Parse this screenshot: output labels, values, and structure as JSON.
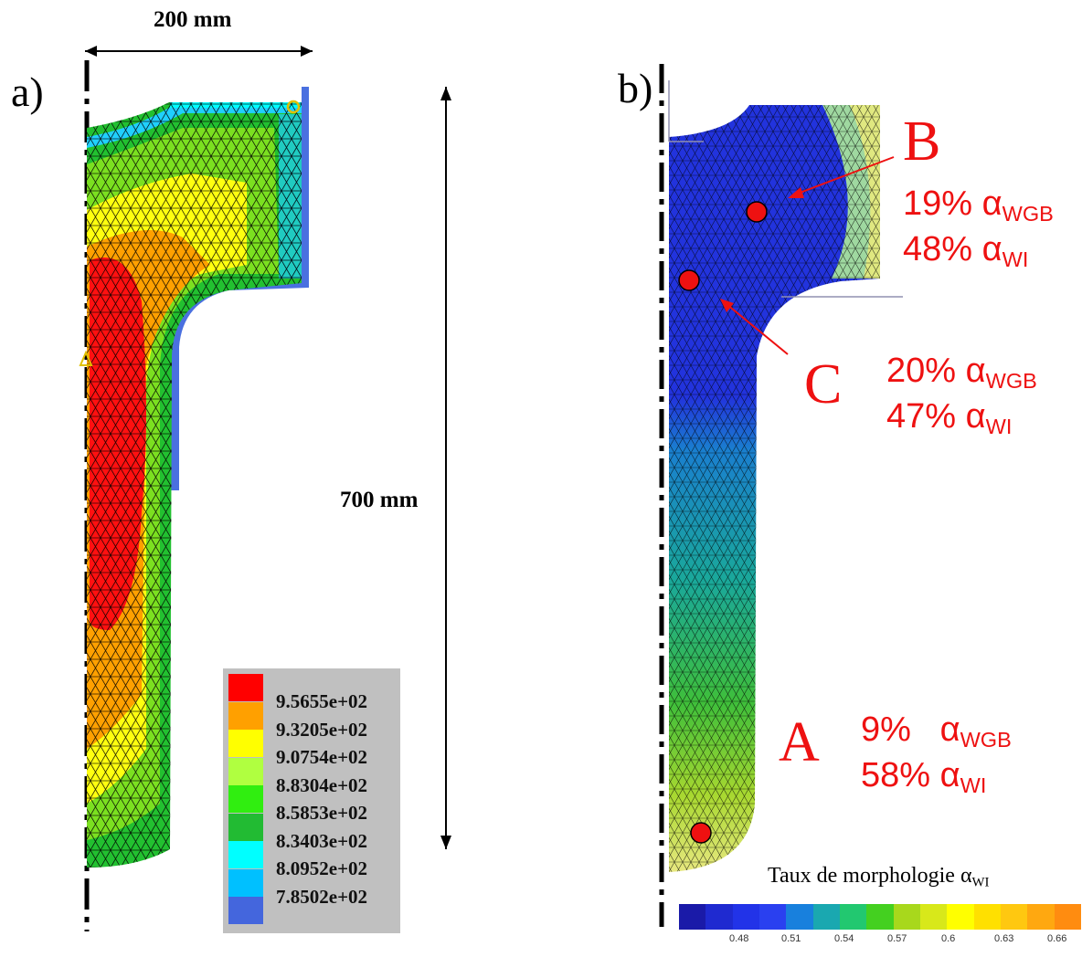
{
  "panel_a": {
    "label": "a)",
    "width_dim": "200 mm",
    "height_dim": "700 mm",
    "legend": [
      {
        "color": "#ff0000",
        "label": "9.5655e+02"
      },
      {
        "color": "#ffa000",
        "label": "9.3205e+02"
      },
      {
        "color": "#ffff00",
        "label": "9.0754e+02"
      },
      {
        "color": "#b0ff40",
        "label": "8.8304e+02"
      },
      {
        "color": "#30ee10",
        "label": "8.5853e+02"
      },
      {
        "color": "#22bb33",
        "label": "8.3403e+02"
      },
      {
        "color": "#00ffff",
        "label": "8.0952e+02"
      },
      {
        "color": "#00c0ff",
        "label": "7.8502e+02"
      },
      {
        "color": "#4466dd",
        "label": ""
      }
    ]
  },
  "panel_b": {
    "label": "b)",
    "points": [
      {
        "letter": "B",
        "line1_pct": "19%",
        "line1_sym": "α",
        "line1_sub": "WGB",
        "line2_pct": "48%",
        "line2_sym": "α",
        "line2_sub": "WI"
      },
      {
        "letter": "C",
        "line1_pct": "20%",
        "line1_sym": "α",
        "line1_sub": "WGB",
        "line2_pct": "47%",
        "line2_sym": "α",
        "line2_sub": "WI"
      },
      {
        "letter": "A",
        "line1_pct": "9%",
        "line1_sym": "α",
        "line1_sub": "WGB",
        "line2_pct": "58%",
        "line2_sym": "α",
        "line2_sub": "WI"
      }
    ],
    "colorbar_title": "Taux de morphologie α",
    "colorbar_title_sub": "WI",
    "colorbar_colors": [
      "#1a1aa8",
      "#1f2ad0",
      "#2233e8",
      "#2a40f0",
      "#1880dd",
      "#1aa8b0",
      "#22c870",
      "#44d020",
      "#a8d81c",
      "#d8e81a",
      "#ffff00",
      "#ffe000",
      "#ffc810",
      "#ffa810",
      "#ff8c10"
    ],
    "colorbar_ticks": [
      "0.48",
      "0.51",
      "0.54",
      "0.57",
      "0.6",
      "0.63",
      "0.66"
    ]
  }
}
